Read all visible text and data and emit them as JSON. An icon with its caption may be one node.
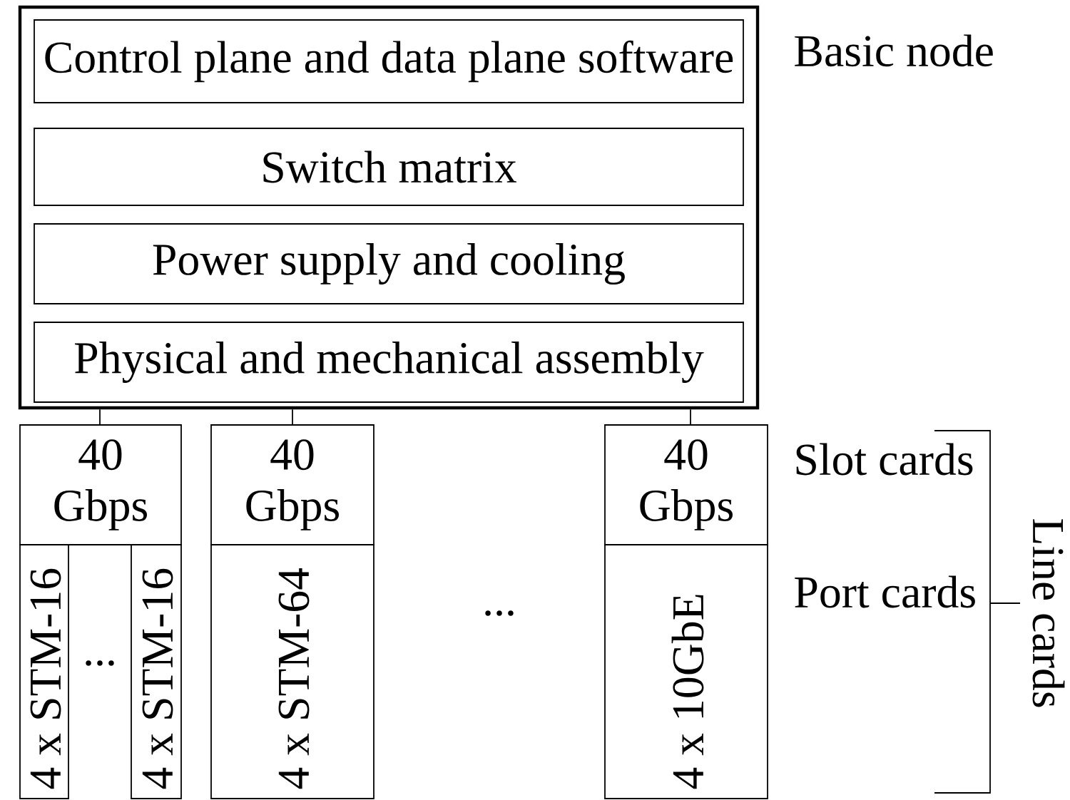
{
  "diagram": {
    "nodes": [
      {
        "text": [
          "Basic node"
        ]
      },
      {
        "text": [
          "Control plane and data plane software"
        ],
        "in": 0
      },
      {
        "text": [
          "Switch matrix"
        ],
        "in": 0
      },
      {
        "text": [
          "Power supply and cooling"
        ],
        "in": 0
      },
      {
        "text": [
          "Physical and mechanical assembly"
        ],
        "in": 0
      },
      {
        "text": [
          "40 Gbps"
        ]
      },
      {
        "text": [
          "40 Gbps"
        ]
      },
      {
        "text": [
          "40 Gbps"
        ]
      },
      {
        "text": [
          "4 x STM-16"
        ]
      },
      {
        "text": [
          "4 x STM-16"
        ]
      },
      {
        "text": [
          "4 x STM-64"
        ]
      },
      {
        "text": [
          "4 x 10GbE"
        ]
      }
    ],
    "edges": [
      {
        "from": 0,
        "to": 5,
        "arrow": "none"
      },
      {
        "from": 0,
        "to": 6,
        "arrow": "none"
      },
      {
        "from": 0,
        "to": 7,
        "arrow": "none"
      }
    ],
    "labels": [
      "Slot cards",
      "...",
      "...",
      "Port cards",
      "Line cards"
    ]
  }
}
